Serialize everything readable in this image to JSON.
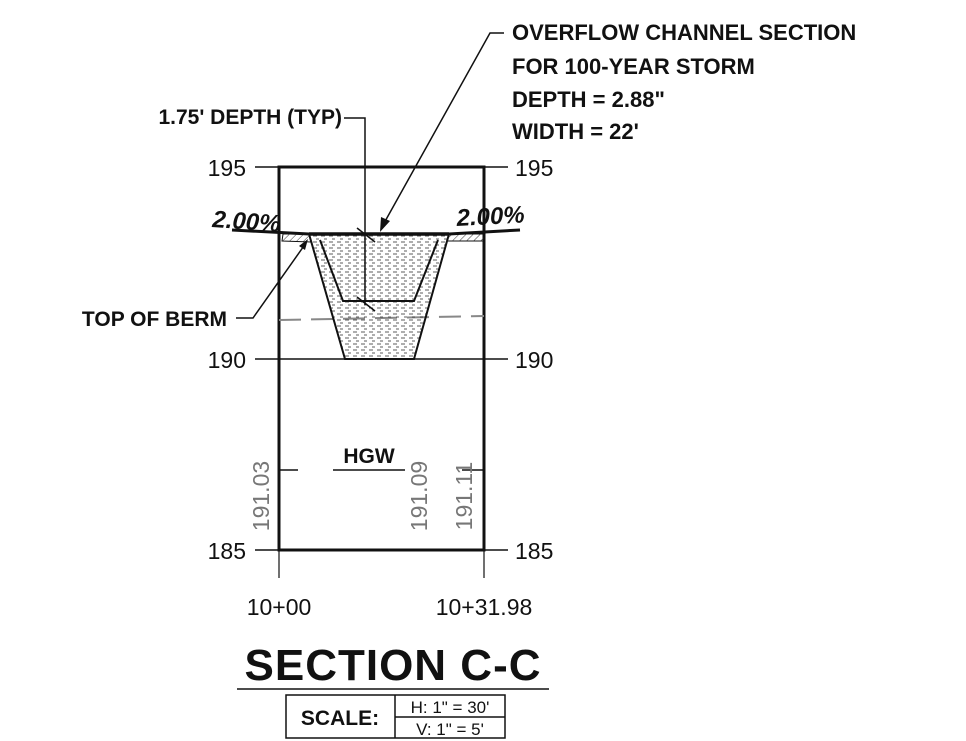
{
  "callouts": {
    "overflow_lines": [
      "OVERFLOW CHANNEL SECTION",
      "FOR 100-YEAR STORM",
      "DEPTH = 2.88\"",
      "WIDTH = 22'"
    ],
    "depth_label": "1.75' DEPTH (TYP)",
    "top_of_berm": "TOP OF BERM",
    "hgw": "HGW"
  },
  "slopes": {
    "left": "2.00%",
    "right": "2.00%"
  },
  "elevations": {
    "left": [
      "195",
      "190",
      "185"
    ],
    "right": [
      "195",
      "190",
      "185"
    ]
  },
  "stations": {
    "start": "10+00",
    "end": "10+31.98"
  },
  "profile_values": {
    "left": "191.03",
    "middle": "191.09",
    "right": "191.11"
  },
  "title": "SECTION C-C",
  "scale": {
    "label": "SCALE:",
    "horizontal": "H: 1\" = 30'",
    "vertical": "V: 1\" = 5'"
  }
}
